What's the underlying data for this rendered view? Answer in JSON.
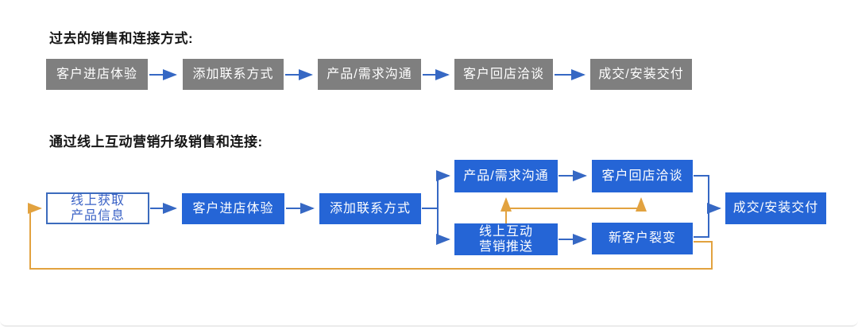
{
  "colors": {
    "past_box_bg": "#7f7f7f",
    "online_box_bg": "#2565d6",
    "box_text": "#ffffff",
    "outline_box_border": "#3c6bbd",
    "outline_box_text": "#3a62c6",
    "arrow_blue": "#3668c4",
    "arrow_orange": "#e2a23f",
    "title_text": "#161616",
    "background": "#ffffff"
  },
  "section_past": {
    "title": "过去的销售和连接方式:",
    "steps": [
      "客户进店体验",
      "添加联系方式",
      "产品/需求沟通",
      "客户回店洽谈",
      "成交/安装交付"
    ]
  },
  "section_online": {
    "title": "通过线上互动营销升级销售和连接:",
    "nodes": {
      "online_info": "线上获取\n产品信息",
      "store_experience": "客户进店体验",
      "add_contact": "添加联系方式",
      "product_comm": "产品/需求沟通",
      "return_visit": "客户回店洽谈",
      "online_push": "线上互动\n营销推送",
      "fission": "新客户裂变",
      "deal": "成交/安装交付"
    }
  }
}
